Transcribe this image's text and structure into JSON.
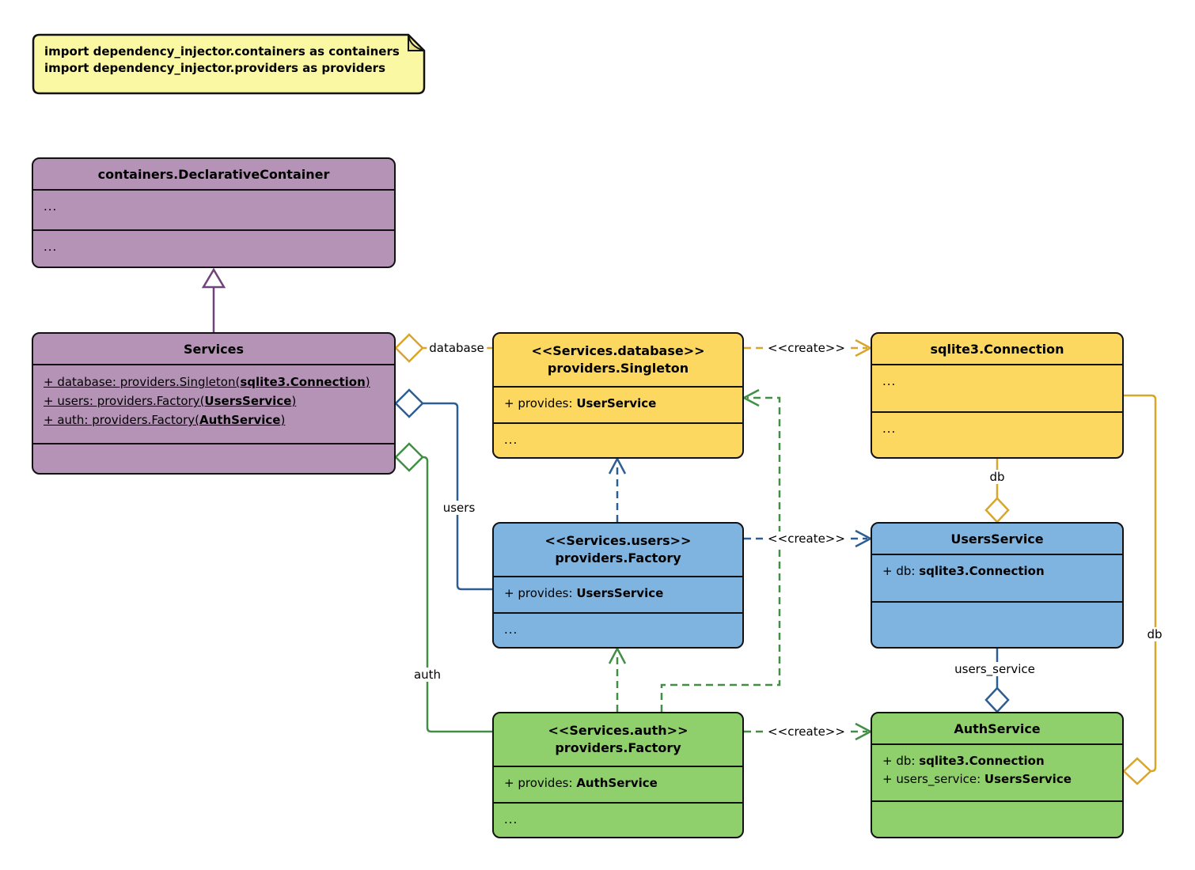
{
  "note": {
    "line1": "import dependency_injector.containers as containers",
    "line2": "import dependency_injector.providers as providers"
  },
  "classes": {
    "declarative_container": {
      "title": "containers.DeclarativeContainer",
      "row1": "...",
      "row2": "..."
    },
    "services": {
      "title": "Services",
      "attrs": [
        {
          "pre": "+ database: providers.Singleton(",
          "bold": "sqlite3.Connection",
          "post": ")"
        },
        {
          "pre": "+ users: providers.Factory(",
          "bold": "UsersService",
          "post": ")"
        },
        {
          "pre": "+ auth: providers.Factory(",
          "bold": "AuthService",
          "post": ")"
        }
      ]
    },
    "singleton": {
      "stereotype": "<<Services.database>>",
      "title": "providers.Singleton",
      "provides_pre": "+ provides: ",
      "provides_bold": "UserService",
      "row": "..."
    },
    "sqlite_connection": {
      "title": "sqlite3.Connection",
      "row1": "...",
      "row2": "..."
    },
    "users_factory": {
      "stereotype": "<<Services.users>>",
      "title": "providers.Factory",
      "provides_pre": "+ provides: ",
      "provides_bold": "UsersService",
      "row": "..."
    },
    "users_service": {
      "title": "UsersService",
      "attr_pre": "+ db: ",
      "attr_bold": "sqlite3.Connection"
    },
    "auth_factory": {
      "stereotype": "<<Services.auth>>",
      "title": "providers.Factory",
      "provides_pre": "+ provides: ",
      "provides_bold": "AuthService",
      "row": "..."
    },
    "auth_service": {
      "title": "AuthService",
      "attrs": [
        {
          "pre": "+ db: ",
          "bold": "sqlite3.Connection"
        },
        {
          "pre": "+ users_service: ",
          "bold": "UsersService"
        }
      ]
    }
  },
  "edges": {
    "database_label": "database",
    "users_label": "users",
    "auth_label": "auth",
    "create_database_label": "<<create>>",
    "create_users_label": "<<create>>",
    "create_auth_label": "<<create>>",
    "db_label": "db",
    "db_right_label": "db",
    "users_service_label": "users_service"
  },
  "colors": {
    "purple_fill": "#B493B6",
    "yellow_fill": "#FCD860",
    "blue_fill": "#7FB4E1",
    "green_fill": "#8FD06C",
    "note_fill": "#FAF8A2",
    "yellow_line": "#D9A62B",
    "blue_line": "#2D5E93",
    "green_line": "#418F44",
    "purple_line": "#71437B",
    "border": "#121212"
  }
}
